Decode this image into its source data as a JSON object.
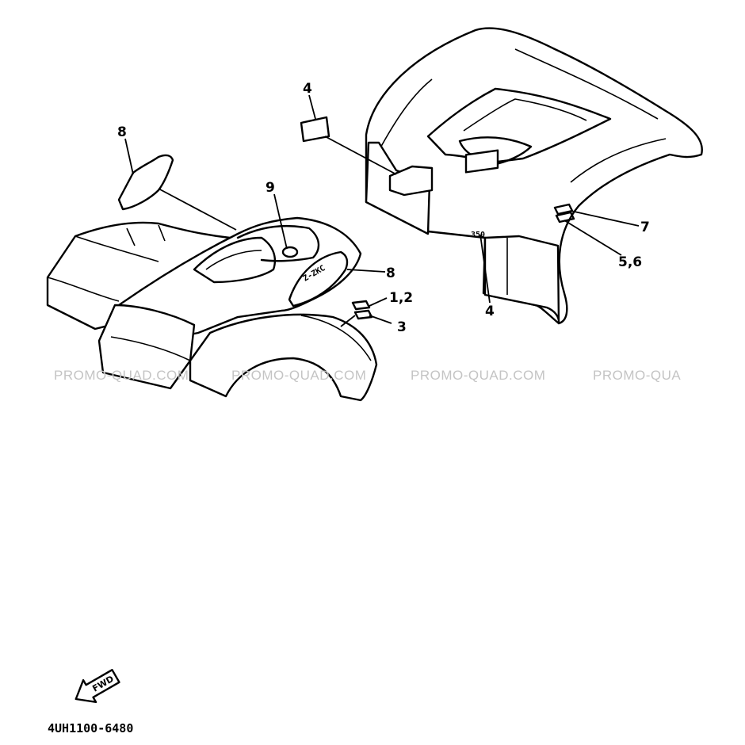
{
  "watermark": {
    "texts": [
      "PROMO-QUAD.COM",
      "PROMO-QUAD.COM",
      "PROMO-QUAD.COM",
      "PROMO-QUA"
    ]
  },
  "callouts": [
    {
      "id": "c-4-top",
      "label": "4"
    },
    {
      "id": "c-8-left",
      "label": "8"
    },
    {
      "id": "c-9",
      "label": "9"
    },
    {
      "id": "c-8-front",
      "label": "8"
    },
    {
      "id": "c-1-2",
      "label": "1,2"
    },
    {
      "id": "c-3",
      "label": "3"
    },
    {
      "id": "c-7",
      "label": "7"
    },
    {
      "id": "c-5-6",
      "label": "5,6"
    },
    {
      "id": "c-4-bottom",
      "label": "4"
    }
  ],
  "emblem_text": "350",
  "fwd_label": "FWD",
  "diagram_code": "4UH1100-6480",
  "colors": {
    "line": "#000000",
    "watermark": "#c4c4c4",
    "background": "#ffffff"
  }
}
